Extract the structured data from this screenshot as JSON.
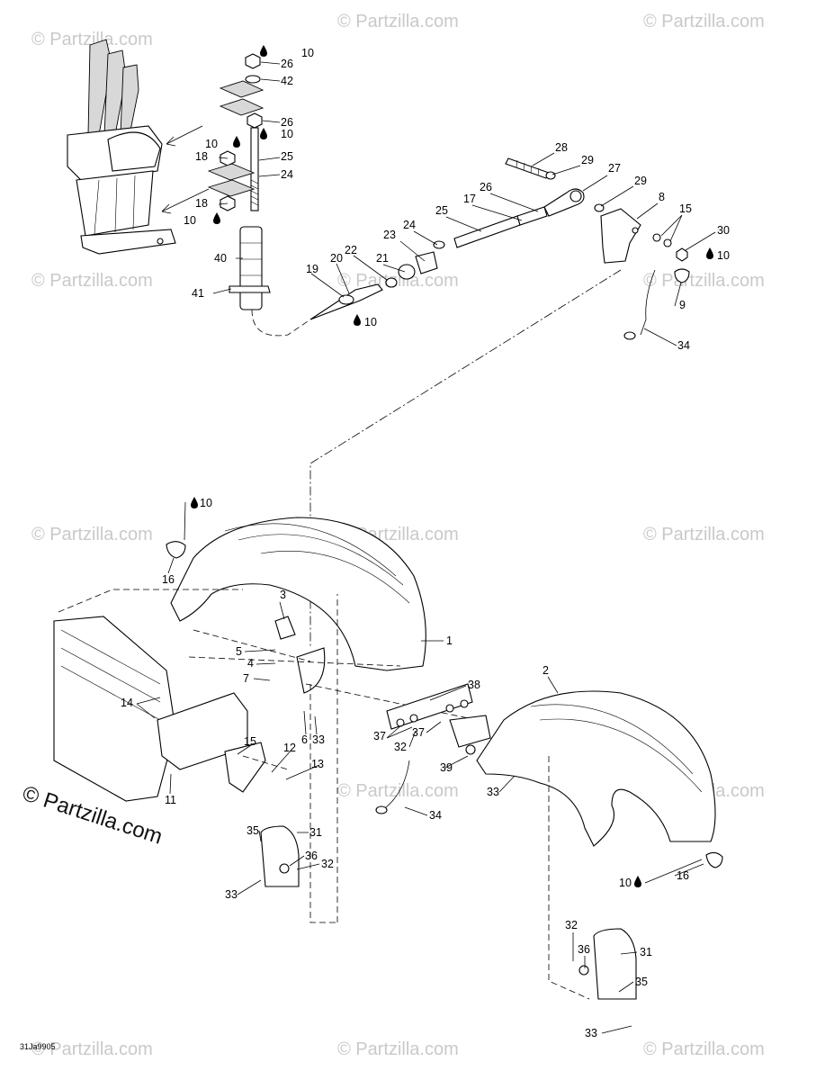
{
  "watermark_text": "© Partzilla.com",
  "copyright_text": "© Partzilla.com",
  "diagram_code": "31Ja9905",
  "labels": {
    "l10a": "10",
    "l26a": "26",
    "l42": "42",
    "l26b": "26",
    "l10b": "10",
    "l10c": "10",
    "l18a": "18",
    "l25a": "25",
    "l24a": "24",
    "l18b": "18",
    "l10d": "10",
    "l40": "40",
    "l41": "41",
    "l19": "19",
    "l20": "20",
    "l22": "22",
    "l21": "21",
    "l23": "23",
    "l24b": "24",
    "l25b": "25",
    "l17": "17",
    "l26c": "26",
    "l28": "28",
    "l29a": "29",
    "l27": "27",
    "l29b": "29",
    "l8": "8",
    "l15a": "15",
    "l30": "30",
    "l10e": "10",
    "l9": "9",
    "l34a": "34",
    "l10f": "10",
    "l10g": "10",
    "l16a": "16",
    "l3": "3",
    "l1": "1",
    "l5": "5",
    "l4": "4",
    "l7": "7",
    "l14": "14",
    "l15b": "15",
    "l12": "12",
    "l13": "13",
    "l6": "6",
    "l33a": "33",
    "l11": "11",
    "l38": "38",
    "l37a": "37",
    "l32a": "32",
    "l37b": "37",
    "l39": "39",
    "l34b": "34",
    "l2": "2",
    "l33b": "33",
    "l35a": "35",
    "l31a": "31",
    "l36a": "36",
    "l32b": "32",
    "l33c": "33",
    "l10h": "10",
    "l16b": "16",
    "l32c": "32",
    "l36b": "36",
    "l31b": "31",
    "l35b": "35",
    "l33d": "33"
  }
}
